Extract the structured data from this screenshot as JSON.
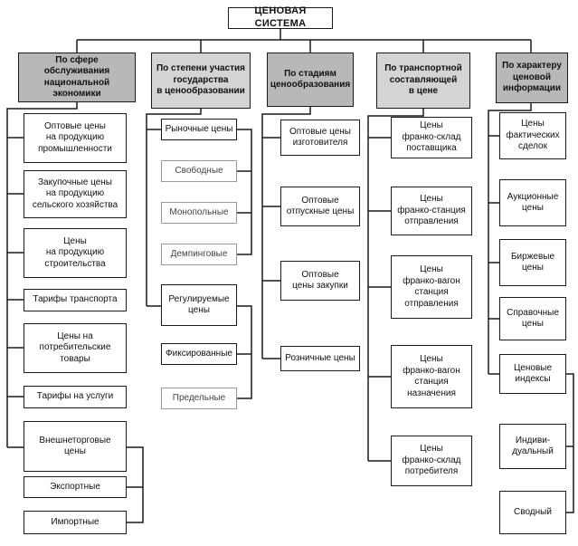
{
  "root": "ЦЕНОВАЯ СИСТЕМА",
  "categories": [
    {
      "title": "По сфере обслуживания\nнациональной экономики",
      "items": [
        "Оптовые цены\nна продукцию\nпромышленности",
        "Закупочные цены\nна продукцию\nсельского хозяйства",
        "Цены\nна продукцию\nстроительства",
        "Тарифы транспорта",
        "Цены на\nпотребительские\nтовары",
        "Тарифы на услуги",
        "Внешнеторговые\nцены",
        "Экспортные",
        "Импортные"
      ]
    },
    {
      "title": "По степени участия\nгосударства\nв ценообразовании",
      "items": [
        "Рыночные цены",
        "Свободные",
        "Монопольные",
        "Демпинговые",
        "Регулируемые\nцены",
        "Фиксированные",
        "Предельные"
      ]
    },
    {
      "title": "По стадиям\nценообразования",
      "items": [
        "Оптовые цены\nизготовителя",
        "Оптовые\nотпускные цены",
        "Оптовые\nцены закупки",
        "Розничные цены"
      ]
    },
    {
      "title": "По транспортной\nсоставляющей\nв цене",
      "items": [
        "Цены\nфранко-склад\nпоставщика",
        "Цены\nфранко-станция\nотправления",
        "Цены\nфранко-вагон\nстанция\nотправления",
        "Цены\nфранко-вагон\nстанция\nназначения",
        "Цены\nфранко-склад\nпотребителя"
      ]
    },
    {
      "title": "По характеру\nценовой\nинформации",
      "items": [
        "Цены\nфактических\nсделок",
        "Аукционные\nцены",
        "Биржевые\nцены",
        "Справочные\nцены",
        "Ценовые\nиндексы",
        "Индиви-\nдуальный",
        "Сводный"
      ]
    }
  ]
}
